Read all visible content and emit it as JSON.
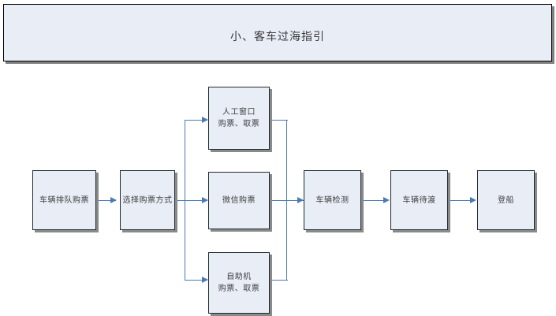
{
  "header": {
    "title": "小、客车过海指引"
  },
  "flow": {
    "nodes": [
      {
        "id": "queue-buy-ticket",
        "label_line1": "车辆排队购票",
        "label_line2": ""
      },
      {
        "id": "choose-method",
        "label_line1": "选择购票方式",
        "label_line2": ""
      },
      {
        "id": "manual-counter",
        "label_line1": "人工窗口",
        "label_line2": "购票、取票"
      },
      {
        "id": "wechat-ticket",
        "label_line1": "微信购票",
        "label_line2": ""
      },
      {
        "id": "self-service-kiosk",
        "label_line1": "自助机",
        "label_line2": "购票、取票"
      },
      {
        "id": "vehicle-inspection",
        "label_line1": "车辆检测",
        "label_line2": ""
      },
      {
        "id": "vehicle-waiting",
        "label_line1": "车辆待渡",
        "label_line2": ""
      },
      {
        "id": "boarding",
        "label_line1": "登船",
        "label_line2": ""
      }
    ]
  },
  "colors": {
    "node_fill": "#e8edf6",
    "node_border": "#21292e",
    "node_shadow": "#8a8a8a",
    "connector": "#4a79b5",
    "banner_fill": "#e8edf6",
    "banner_border": "#000000",
    "text": "#3f3f3f",
    "page_background": "#ffffff"
  }
}
